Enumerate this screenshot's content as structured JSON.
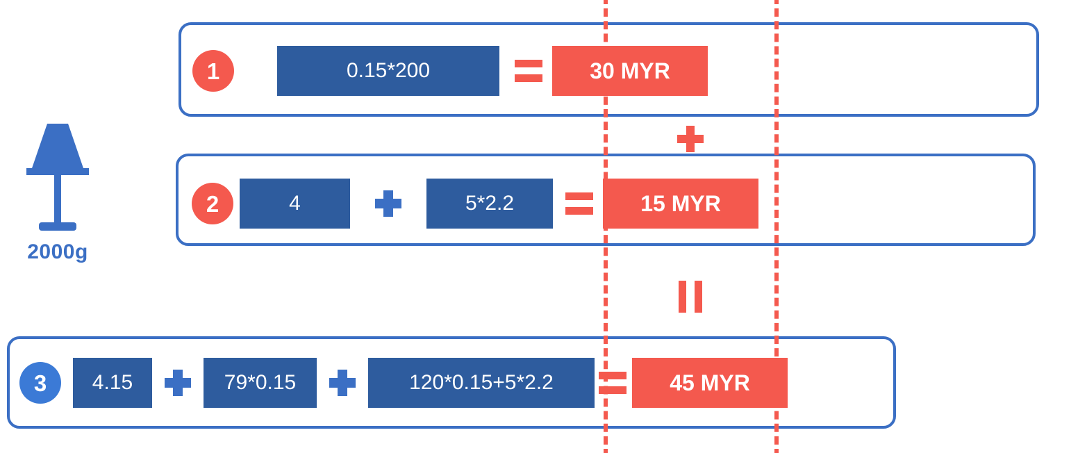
{
  "product": {
    "icon": "lamp-icon",
    "weight_label": "2000g"
  },
  "highlight_column": {
    "style": "dashed",
    "color": "#f4594e"
  },
  "colors": {
    "operand_blue": "#2e5c9e",
    "result_red": "#f4594e",
    "outline_blue": "#3b6fc4",
    "badge_blue": "#3b7ad6",
    "text_white": "#ffffff"
  },
  "rows": [
    {
      "badge": "1",
      "badge_color": "red",
      "operands": [
        "0.15*200"
      ],
      "equals": "=",
      "result": "30 MYR"
    },
    {
      "badge": "2",
      "badge_color": "red",
      "operands": [
        "4",
        "5*2.2"
      ],
      "plus": "+",
      "equals": "=",
      "result": "15 MYR"
    },
    {
      "badge": "3",
      "badge_color": "blue",
      "operands": [
        "4.15",
        "79*0.15",
        "120*0.15+5*2.2"
      ],
      "plus": "+",
      "equals": "=",
      "result": "45 MYR"
    }
  ],
  "connectors": [
    {
      "symbol": "+",
      "between": "row-1-row-2"
    },
    {
      "symbol": "=",
      "between": "row-2-row-3"
    }
  ]
}
